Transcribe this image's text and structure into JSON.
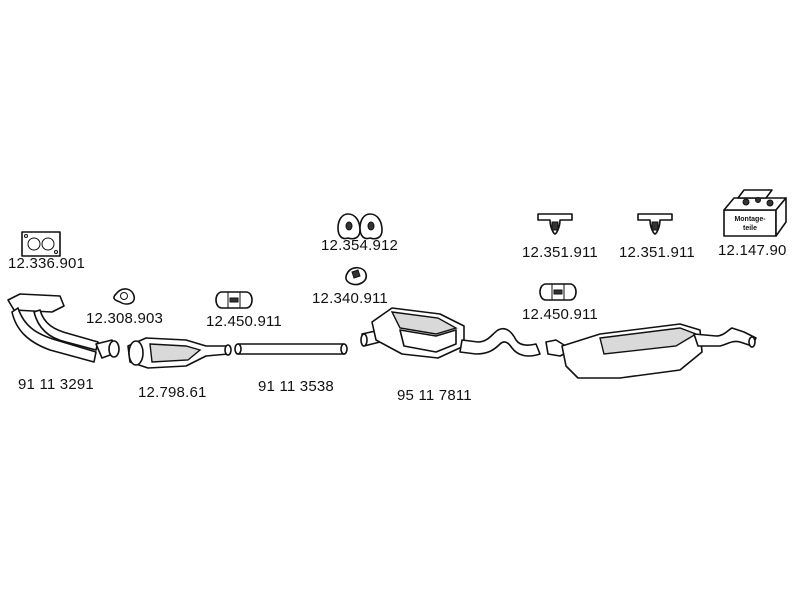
{
  "labels": {
    "gasket_front": "12.336.901",
    "manifold_pipe": "91 11 3291",
    "ring_gasket": "12.308.903",
    "catalyst": "12.798.61",
    "clamp_1": "12.450.911",
    "middle_pipe": "91 11 3538",
    "rubber_mounts": "12.354.912",
    "clamp_small": "12.340.911",
    "center_silencer": "95 11 7811",
    "hanger_1": "12.351.911",
    "hanger_2": "12.351.911",
    "clamp_2": "12.450.911",
    "mounting_kit": "12.147.90"
  },
  "mounting_kit_text": {
    "line1": "Montage-",
    "line2": "teile"
  }
}
